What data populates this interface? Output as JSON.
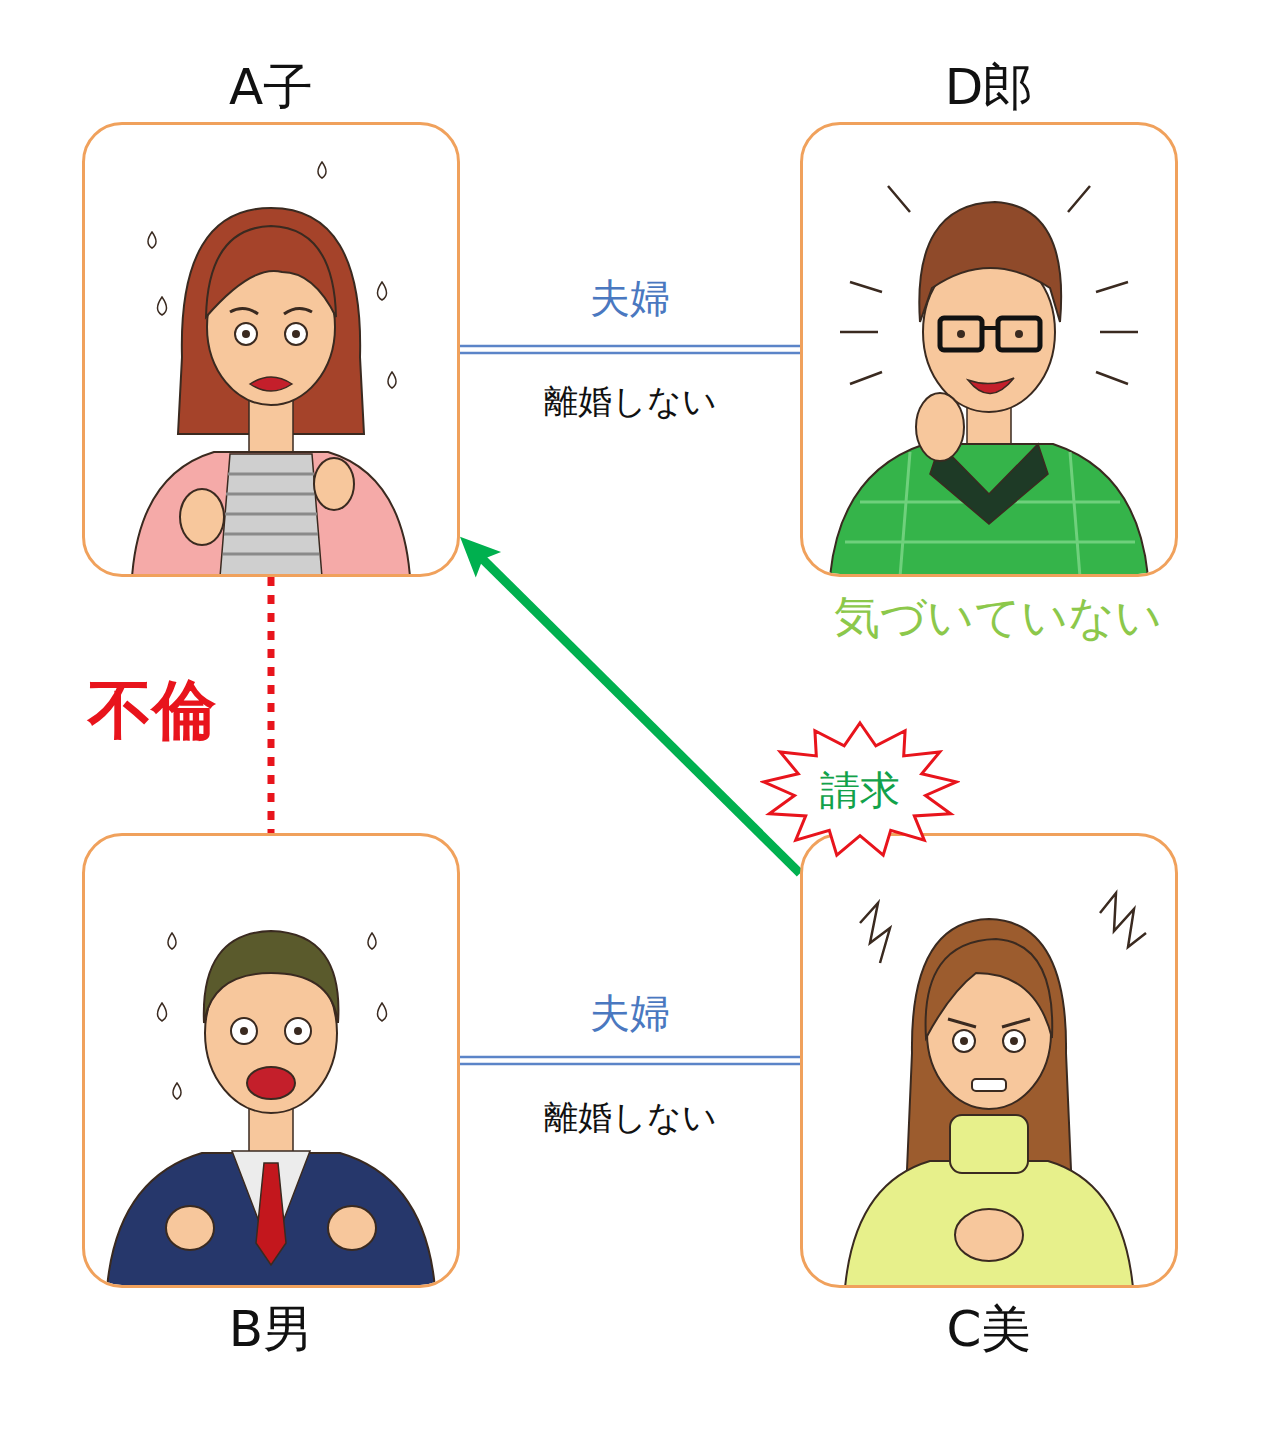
{
  "diagram": {
    "nodes": [
      {
        "text": [
          "A子"
        ]
      },
      {
        "text": [
          "D郎"
        ]
      },
      {
        "text": [
          "B男"
        ]
      },
      {
        "text": [
          "C美"
        ]
      },
      {
        "text": [
          "請求"
        ]
      }
    ],
    "edges": [
      {
        "from": 0,
        "to": 1,
        "arrow": "none",
        "label": "夫婦"
      },
      {
        "from": 2,
        "to": 3,
        "arrow": "none",
        "label": "夫婦"
      },
      {
        "from": 0,
        "to": 2,
        "arrow": "none",
        "label": "不倫"
      },
      {
        "from": 3,
        "to": 0,
        "arrow": "to"
      }
    ],
    "labels": [
      "離婚しない",
      "離婚しない",
      "気づいていない"
    ]
  }
}
